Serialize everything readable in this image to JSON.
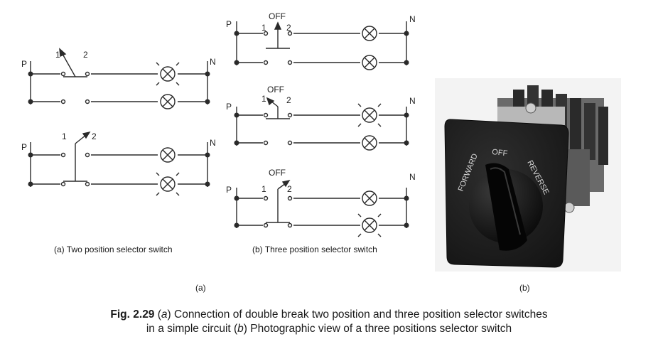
{
  "labels": {
    "p": "P",
    "n": "N",
    "one": "1",
    "two": "2",
    "off": "OFF"
  },
  "captions": {
    "a_sub": "(a) Two position selector switch",
    "b_sub": "(b) Three position selector switch",
    "a_panel": "(a)",
    "b_panel": "(b)"
  },
  "photo": {
    "left_text": "FORWARD",
    "top_text": "OFF",
    "right_text": "REVERSE"
  },
  "figure_caption": {
    "fig": "Fig. 2.29",
    "part1_label": "a",
    "part1": "Connection of double break two position and three position selector switches",
    "part2_prefix": "in a simple circuit (",
    "part2_label": "b",
    "part2": "Photographic view of a three positions selector switch"
  },
  "colors": {
    "line": "#2a2a2a",
    "photo_background": "#f3f3f3",
    "switch_face": "#1c1c1c",
    "knob": "#0e0e0e"
  }
}
